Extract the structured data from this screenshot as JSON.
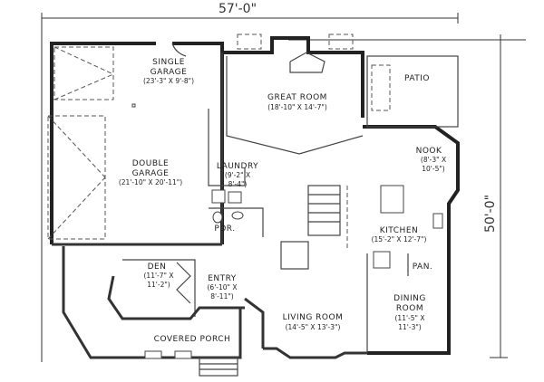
{
  "dimensions": {
    "width": "57'-0\"",
    "depth": "50'-0\""
  },
  "rooms": {
    "single_garage": {
      "name_line1": "SINGLE",
      "name_line2": "GARAGE",
      "size": "(23'-3\" X 9'-8\")"
    },
    "double_garage": {
      "name_line1": "DOUBLE",
      "name_line2": "GARAGE",
      "size": "(21'-10\" X 20'-11\")"
    },
    "great_room": {
      "name": "GREAT ROOM",
      "size": "(18'-10\" X 14'-7\")"
    },
    "patio": {
      "name": "PATIO"
    },
    "nook": {
      "name": "NOOK",
      "size_line1": "(8'-3\" X",
      "size_line2": "10'-5\")"
    },
    "laundry": {
      "name": "LAUNDRY",
      "size_line1": "(9'-2\" X",
      "size_line2": "8'-4\")"
    },
    "powder": {
      "name": "PDR."
    },
    "kitchen": {
      "name": "KITCHEN",
      "size": "(15'-2\" X 12'-7\")"
    },
    "pantry": {
      "name": "PAN."
    },
    "den": {
      "name": "DEN",
      "size_line1": "(11'-7\" X",
      "size_line2": "11'-2\")"
    },
    "entry": {
      "name": "ENTRY",
      "size_line1": "(6'-10\" X",
      "size_line2": "8'-11\")"
    },
    "living_room": {
      "name": "LIVING ROOM",
      "size": "(14'-5\" X 13'-3\")"
    },
    "dining_room": {
      "name_line1": "DINING",
      "name_line2": "ROOM",
      "size_line1": "(11'-5\" X",
      "size_line2": "11'-3\")"
    },
    "covered_porch": {
      "name": "COVERED PORCH"
    }
  }
}
